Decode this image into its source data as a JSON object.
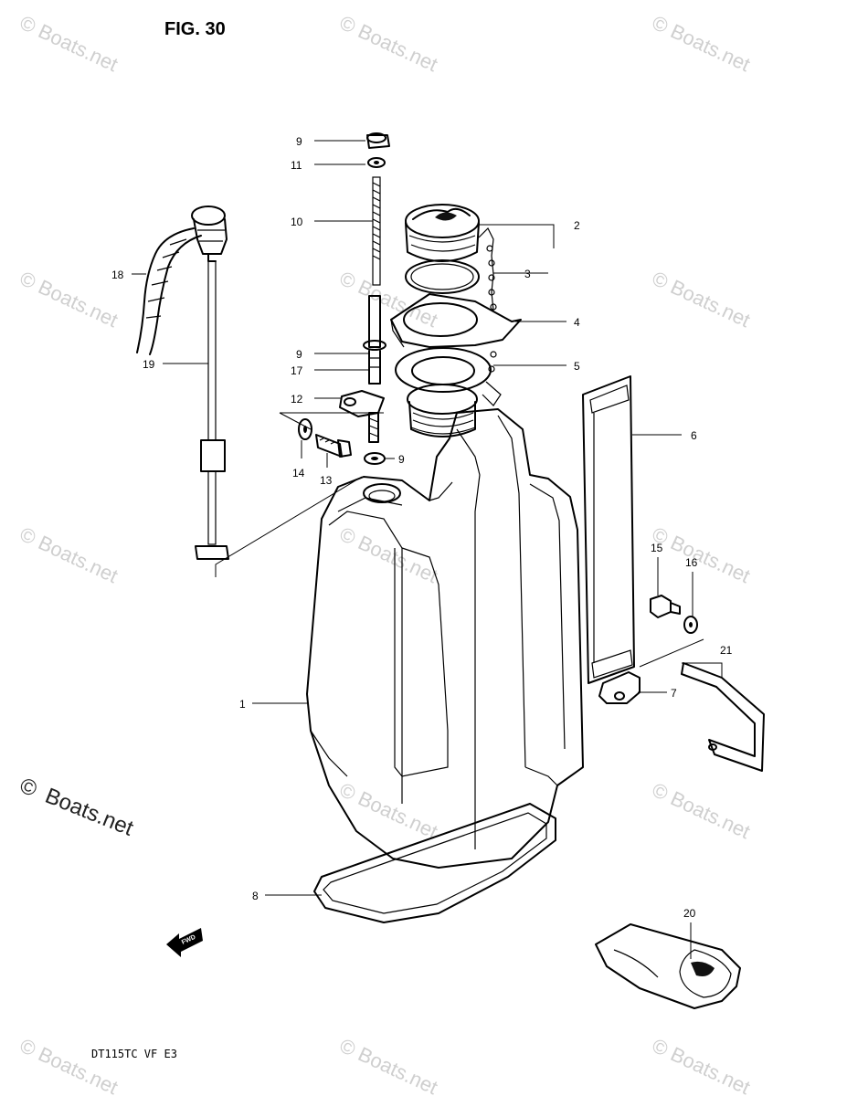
{
  "figure": {
    "title": "FIG. 30",
    "model": "DT115TC VF E3",
    "fwd_label": "FWD"
  },
  "watermark": {
    "text": "© Boats.net",
    "symbol_text": "©",
    "brand_text": "Boats.net"
  },
  "callouts": [
    {
      "id": "c9a",
      "label": "9"
    },
    {
      "id": "c11",
      "label": "11"
    },
    {
      "id": "c10",
      "label": "10"
    },
    {
      "id": "c2",
      "label": "2"
    },
    {
      "id": "c3",
      "label": "3"
    },
    {
      "id": "c18",
      "label": "18"
    },
    {
      "id": "c4",
      "label": "4"
    },
    {
      "id": "c9b",
      "label": "9"
    },
    {
      "id": "c19",
      "label": "19"
    },
    {
      "id": "c17",
      "label": "17"
    },
    {
      "id": "c5",
      "label": "5"
    },
    {
      "id": "c12",
      "label": "12"
    },
    {
      "id": "c6",
      "label": "6"
    },
    {
      "id": "c9c",
      "label": "9"
    },
    {
      "id": "c14",
      "label": "14"
    },
    {
      "id": "c13",
      "label": "13"
    },
    {
      "id": "c15",
      "label": "15"
    },
    {
      "id": "c16",
      "label": "16"
    },
    {
      "id": "c21",
      "label": "21"
    },
    {
      "id": "c1",
      "label": "1"
    },
    {
      "id": "c7",
      "label": "7"
    },
    {
      "id": "c8",
      "label": "8"
    },
    {
      "id": "c20",
      "label": "20"
    }
  ]
}
